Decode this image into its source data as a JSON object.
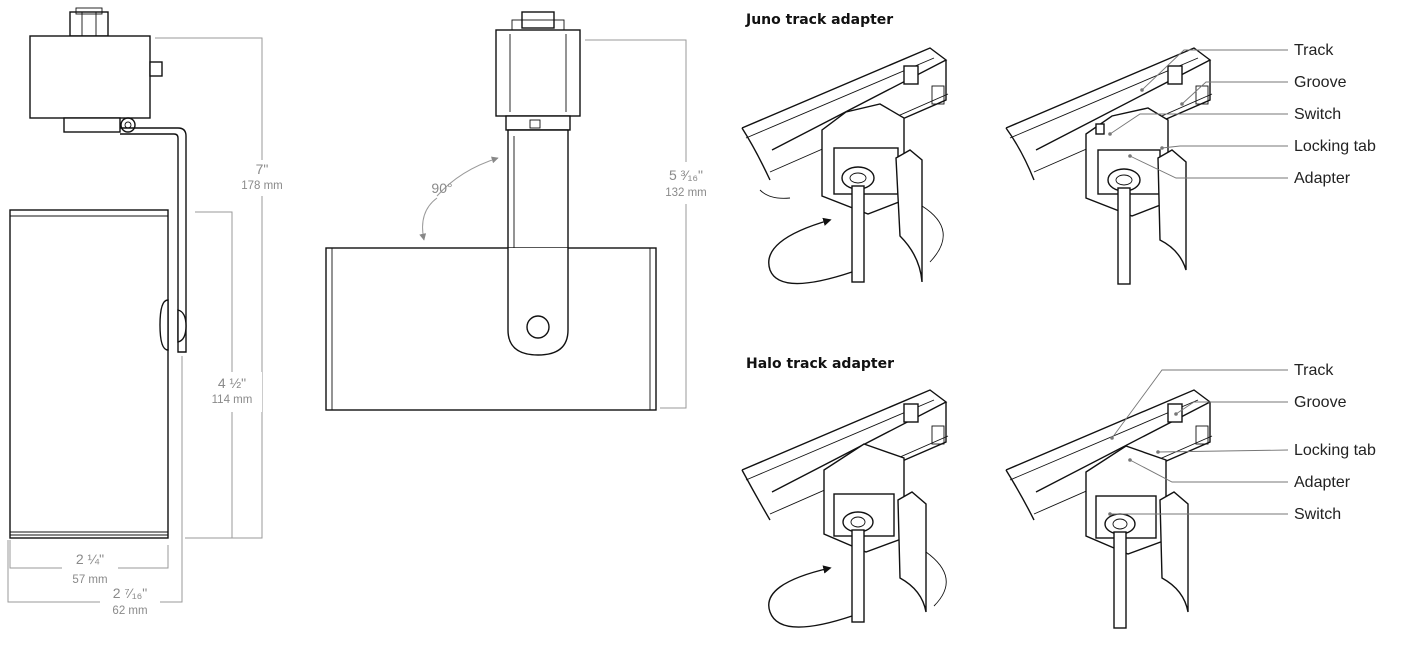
{
  "dimensions": {
    "height_total": {
      "imperial": "7\"",
      "metric": "178 mm"
    },
    "height_body": {
      "imperial": "4 ½\"",
      "metric": "114 mm"
    },
    "width_body": {
      "imperial": "2 ¼\"",
      "metric": "57 mm"
    },
    "width_total": {
      "imperial": "2 ⁷⁄₁₆\"",
      "metric": "62 mm"
    },
    "rotation": "90°",
    "side_height": {
      "imperial": "5 ³⁄₁₆\"",
      "metric": "132 mm"
    }
  },
  "juno": {
    "title": "Juno track adapter",
    "labels": [
      "Track",
      "Groove",
      "Switch",
      "Locking tab",
      "Adapter"
    ]
  },
  "halo": {
    "title": "Halo track adapter",
    "labels": [
      "Track",
      "Groove",
      "Locking tab",
      "Adapter",
      "Switch"
    ]
  },
  "colors": {
    "dimension_lines": "#9a9a9a",
    "linework": "#111111"
  }
}
